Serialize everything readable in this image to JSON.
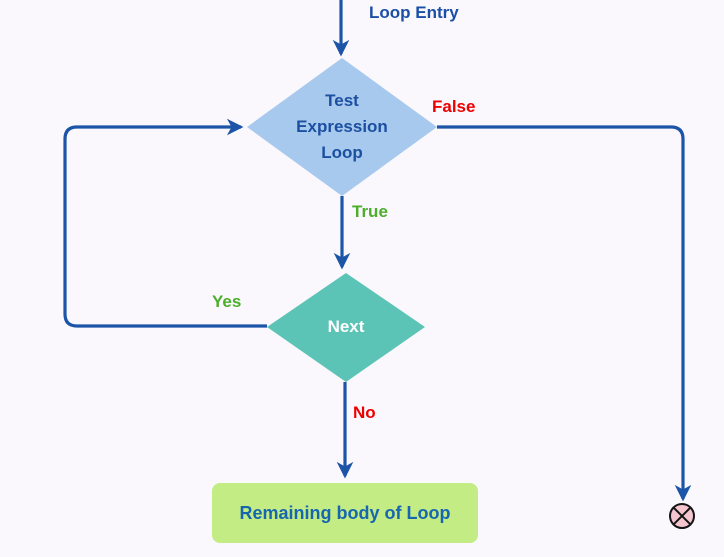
{
  "labels": {
    "loop_entry": "Loop Entry"
  },
  "nodes": {
    "test": {
      "label": "Test Expression Loop"
    },
    "next": {
      "label": "Next"
    },
    "body": {
      "label": "Remaining body of Loop"
    }
  },
  "edges": {
    "false_label": "False",
    "true_label": "True",
    "yes_label": "Yes",
    "no_label": "No"
  },
  "colors": {
    "background": "#faf8fd",
    "line": "#1c55a8",
    "label-blue": "#1b4fa5",
    "red": "#ee0000",
    "green": "#4cae2b",
    "test-fill": "#a8c9ee",
    "test-text": "#1b4fa0",
    "next-fill": "#5cc4b6",
    "next-text": "#ffffff",
    "body-fill": "#c3ec85",
    "body-text": "#1766b0",
    "term-fill": "#f5c5d0",
    "term-stroke": "#151515"
  }
}
